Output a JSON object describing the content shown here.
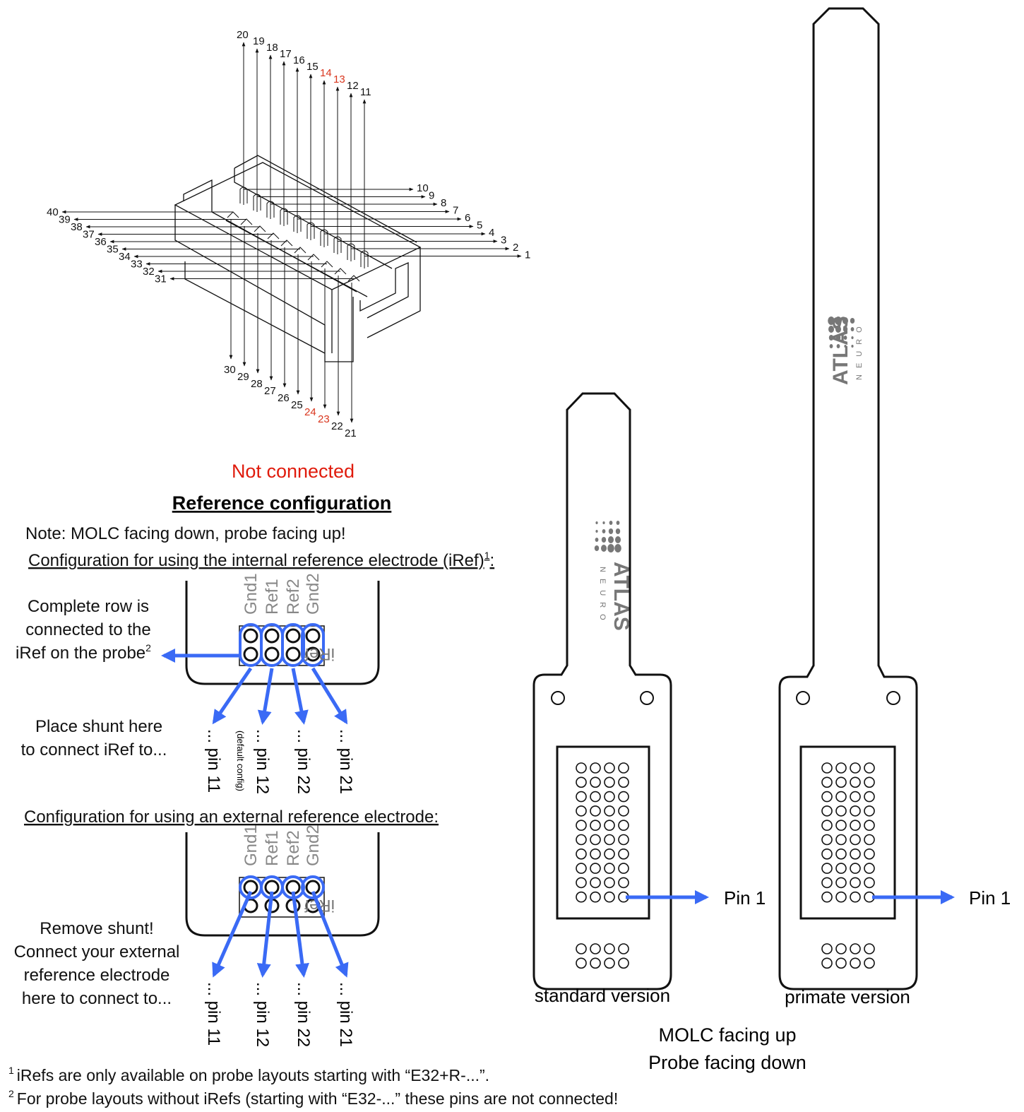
{
  "connector": {
    "top_pins": [
      "20",
      "19",
      "18",
      "17",
      "16",
      "15",
      "14",
      "13",
      "12",
      "11"
    ],
    "bottom_pins": [
      "30",
      "29",
      "28",
      "27",
      "26",
      "25",
      "24",
      "23",
      "22",
      "21"
    ],
    "left_pins": [
      "40",
      "39",
      "38",
      "37",
      "36",
      "35",
      "34",
      "33",
      "32",
      "31"
    ],
    "right_pins": [
      "10",
      "9",
      "8",
      "7",
      "6",
      "5",
      "4",
      "3",
      "2",
      "1"
    ],
    "not_connected_pins": [
      "14",
      "13",
      "24",
      "23"
    ],
    "not_connected_label": "Not connected"
  },
  "reference": {
    "heading": "Reference configuration",
    "note": "Note: MOLC facing down, probe facing up!",
    "internal_title": "Configuration for using the internal reference electrode (iRef)",
    "internal_title_sup": "1",
    "internal_title_end": ":",
    "header_labels": [
      "Gnd1",
      "Ref1",
      "Ref2",
      "Gnd2"
    ],
    "iref_label": "iRef",
    "row_note_lines": [
      "Complete row is",
      "connected to the",
      "iRef on the probe"
    ],
    "row_note_sup": "2",
    "shunt_note_lines": [
      "Place shunt here",
      "to connect iRef to..."
    ],
    "internal_targets": [
      "... pin 11",
      "... pin 12",
      "... pin 22",
      "... pin 21"
    ],
    "default_config": "(default config)",
    "external_title": "Configuration for using an external reference electrode:",
    "external_note_lines": [
      "Remove shunt!",
      "Connect your external",
      "reference electrode",
      "here to connect to..."
    ],
    "external_targets": [
      "... pin 11",
      "... pin 12",
      "... pin 22",
      "... pin 21"
    ]
  },
  "probes": {
    "brand": "ATLAS",
    "brand_sub": "NEURO",
    "pin_label": "Pin 1",
    "standard_label": "standard version",
    "primate_label": "primate version",
    "orientation_lines": [
      "MOLC facing up",
      "Probe facing down"
    ]
  },
  "footnotes": {
    "note1_num": "1",
    "note1": "iRefs are only available on probe layouts starting with “E32+R-...”.",
    "note2_num": "2",
    "note2": "For probe layouts without iRefs (starting with “E32-...” these pins are not connected!"
  },
  "colors": {
    "accent_blue": "#3a6af5",
    "not_connected_red": "#e01b0c"
  }
}
